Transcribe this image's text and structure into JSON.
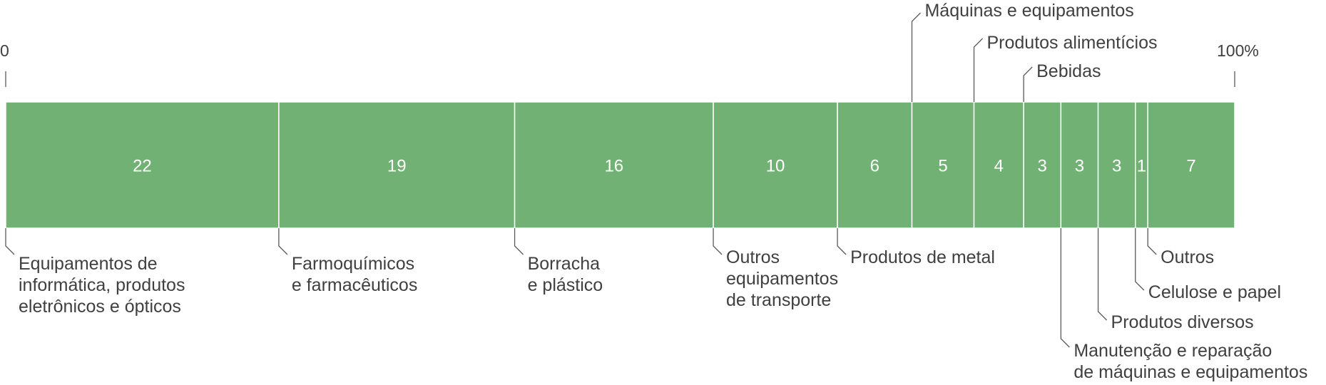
{
  "chart_data": {
    "type": "stacked-bar-100",
    "axis_labels": [
      "0",
      "100%"
    ],
    "bar_color": "#71b274",
    "segments": [
      {
        "value": 22,
        "label": [
          "Equipamentos de",
          "informática, produtos",
          "eletrônicos e ópticos"
        ]
      },
      {
        "value": 19,
        "label": [
          "Farmoquímicos",
          "e farmacêuticos"
        ]
      },
      {
        "value": 16,
        "label": [
          "Borracha",
          "e plástico"
        ]
      },
      {
        "value": 10,
        "label": [
          "Outros",
          "equipamentos",
          "de transporte"
        ]
      },
      {
        "value": 6,
        "label": [
          "Produtos de metal"
        ]
      },
      {
        "value": 5,
        "label": [
          "Máquinas e equipamentos"
        ]
      },
      {
        "value": 4,
        "label": [
          "Produtos alimentícios"
        ]
      },
      {
        "value": 3,
        "label": [
          "Bebidas"
        ]
      },
      {
        "value": 3,
        "label": [
          "Manutenção e reparação",
          "de máquinas e equipamentos"
        ]
      },
      {
        "value": 3,
        "label": [
          "Produtos diversos"
        ]
      },
      {
        "value": 1,
        "label": [
          "Celulose e papel"
        ]
      },
      {
        "value": 7,
        "label": [
          "Outros"
        ]
      }
    ]
  }
}
